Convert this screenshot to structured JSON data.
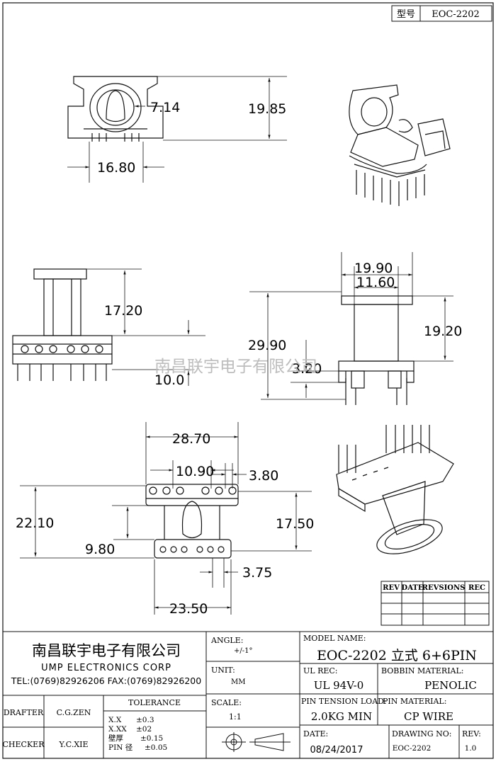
{
  "header": {
    "model_label": "型号",
    "model_value": "EOC-2202"
  },
  "watermark": "南昌联宇电子有限公司",
  "dimensions": {
    "top_view": {
      "inner_width": "7.14",
      "height": "19.85",
      "width": "16.80"
    },
    "side_view": {
      "height": "17.20",
      "pin_length": "10.0"
    },
    "front_view": {
      "top_width": "19.90",
      "inner_width": "11.60",
      "total_height": "29.90",
      "body_height": "19.20",
      "pin_height": "3.20"
    },
    "bottom_view": {
      "total_width": "28.70",
      "inner_width": "10.90",
      "pin_pitch": "3.80",
      "total_height": "22.10",
      "body_height": "17.50",
      "offset": "9.80",
      "pin_pitch_small": "3.75",
      "base_width": "23.50"
    }
  },
  "revision_table": {
    "headers": [
      "REV",
      "DATE",
      "REVSIONS",
      "REC"
    ]
  },
  "title_block": {
    "company_cn": "南昌联宇电子有限公司",
    "company_en": "UMP ELECTRONICS CORP",
    "contact": "TEL:(0769)82926206 FAX:(0769)82926200",
    "drafter_label": "DRAFTER",
    "drafter": "C.G.ZEN",
    "checker_label": "CHECKER",
    "checker": "Y.C.XIE",
    "tolerance_label": "TOLERANCE",
    "tolerance_rows": [
      {
        "k": "X.X",
        "v": "±0.3"
      },
      {
        "k": "X.XX",
        "v": "±02"
      },
      {
        "k": "壁厚",
        "v": "±0.15"
      },
      {
        "k": "PIN 径",
        "v": "±0.05"
      }
    ],
    "angle_label": "ANGLE:",
    "angle": "+/-1°",
    "unit_label": "UNIT:",
    "unit": "MM",
    "scale_label": "SCALE:",
    "scale": "1:1",
    "model_name_label": "MODEL NAME:",
    "model_name": "EOC-2202 立式 6+6PIN",
    "ul_rec_label": "UL REC:",
    "ul_rec": "UL  94V-0",
    "bobbin_material_label": "BOBBIN MATERIAL:",
    "bobbin_material": "PENOLIC",
    "pin_tension_label": "PIN TENSION LOAD:",
    "pin_tension": "2.0KG MIN",
    "pin_material_label": "PIN MATERIAL:",
    "pin_material": "CP WIRE",
    "date_label": "DATE:",
    "date": "08/24/2017",
    "drawing_no_label": "DRAWING NO:",
    "drawing_no": "EOC-2202",
    "rev_label": "REV:",
    "rev": "1.0"
  }
}
